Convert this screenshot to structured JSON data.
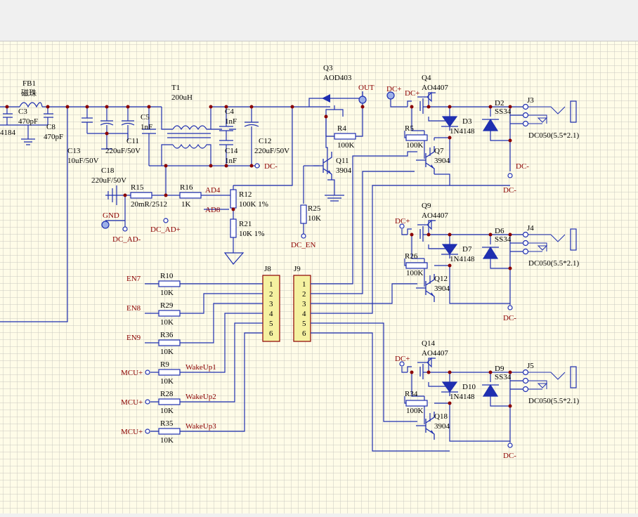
{
  "colors": {
    "wire": "#1f2fb0",
    "body": "#8b0000",
    "label": "#000000",
    "net": "#8b0000",
    "grid": "#c9c9c0",
    "sheet": "#fffce8",
    "connector_fill": "#f5f1a0"
  },
  "input_section": {
    "fb1_ref": "FB1",
    "fb1_val": "磁珠",
    "c3_ref": "C3",
    "c3_val": "470pF",
    "c8_ref": "C8",
    "c8_val": "470pF",
    "cut_label": "4184",
    "c13_ref": "C13",
    "c13_val": "10uF/50V",
    "c11_ref": "C11",
    "c11_val": "220uF/50V",
    "c18_ref": "C18",
    "c18_val": "220uF/50V",
    "c5_ref": "C5",
    "c5_val": "1nF",
    "t1_ref": "T1",
    "t1_val": "200uH",
    "c4_ref": "C4",
    "c4_val": "1nF",
    "c14_ref": "C14",
    "c14_val": "1nF",
    "c12_ref": "C12",
    "c12_val": "220uF/50V",
    "r15_ref": "R15",
    "r15_val": "20mR/2512",
    "r16_ref": "R16",
    "r16_val": "1K",
    "r12_ref": "R12",
    "r12_val": "100K 1%",
    "r21_ref": "R21",
    "r21_val": "10K 1%",
    "q3_ref": "Q3",
    "q3_val": "AOD403",
    "r4_ref": "R4",
    "r4_val": "100K",
    "q11_ref": "Q11",
    "q11_val": "3904",
    "r25_ref": "R25",
    "r25_val": "10K",
    "nets": {
      "ad4": "AD4",
      "ad8": "AD8",
      "gnd": "GND",
      "dc_ad_minus": "DC_AD-",
      "dc_ad_plus": "DC_AD+",
      "dc_minus": "DC-",
      "out": "OUT",
      "dc_en": "DC_EN"
    }
  },
  "connectors": {
    "j8_ref": "J8",
    "j9_ref": "J9",
    "pins": [
      "1",
      "2",
      "3",
      "4",
      "5",
      "6"
    ],
    "left_rows": [
      {
        "net": "EN7",
        "r_ref": "R10",
        "r_val": "10K",
        "wake": ""
      },
      {
        "net": "EN8",
        "r_ref": "R29",
        "r_val": "10K",
        "wake": ""
      },
      {
        "net": "EN9",
        "r_ref": "R36",
        "r_val": "10K",
        "wake": ""
      },
      {
        "net": "MCU+",
        "r_ref": "R9",
        "r_val": "10K",
        "wake": "WakeUp1"
      },
      {
        "net": "MCU+",
        "r_ref": "R28",
        "r_val": "10K",
        "wake": "WakeUp2"
      },
      {
        "net": "MCU+",
        "r_ref": "R35",
        "r_val": "10K",
        "wake": "WakeUp3"
      }
    ]
  },
  "channels": [
    {
      "q_ref": "Q4",
      "q_val": "AO4407",
      "d_ref": "D3",
      "d_val": "1N4148",
      "sd_ref": "D2",
      "sd_val": "SS34",
      "j_ref": "J3",
      "j_val": "DC050(5.5*2.1)",
      "r_ref": "R5",
      "r_val": "100K",
      "qt_ref": "Q7",
      "qt_val": "3904",
      "dcp": "DC+",
      "dcm": "DC-"
    },
    {
      "q_ref": "Q9",
      "q_val": "AO4407",
      "d_ref": "D7",
      "d_val": "1N4148",
      "sd_ref": "D6",
      "sd_val": "SS34",
      "j_ref": "J4",
      "j_val": "DC050(5.5*2.1)",
      "r_ref": "R26",
      "r_val": "100K",
      "qt_ref": "Q12",
      "qt_val": "3904",
      "dcp": "DC+",
      "dcm": "DC-"
    },
    {
      "q_ref": "Q14",
      "q_val": "AO4407",
      "d_ref": "D10",
      "d_val": "1N4148",
      "sd_ref": "D9",
      "sd_val": "SS34",
      "j_ref": "J5",
      "j_val": "DC050(5.5*2.1)",
      "r_ref": "R34",
      "r_val": "100K",
      "qt_ref": "Q18",
      "qt_val": "3904",
      "dcp": "DC+",
      "dcm": "DC-"
    }
  ]
}
